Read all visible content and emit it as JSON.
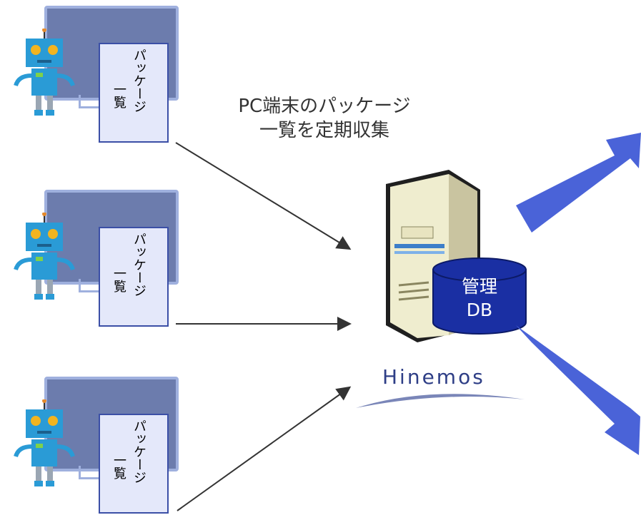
{
  "agents": [
    {
      "doc_line1": "パッケージ",
      "doc_line2": "一覧"
    },
    {
      "doc_line1": "パッケージ",
      "doc_line2": "一覧"
    },
    {
      "doc_line1": "パッケージ",
      "doc_line2": "一覧"
    }
  ],
  "collection_label": {
    "line1": "PC端末のパッケージ",
    "line2": "一覧を定期収集"
  },
  "database": {
    "line1": "管理",
    "line2": "DB"
  },
  "logo": {
    "text": "Hinemos"
  },
  "colors": {
    "accent_arrow": "#4a63d8",
    "db_fill": "#1a2fa3",
    "doc_fill": "#e4e8fa",
    "monitor": "#6c7cad"
  }
}
